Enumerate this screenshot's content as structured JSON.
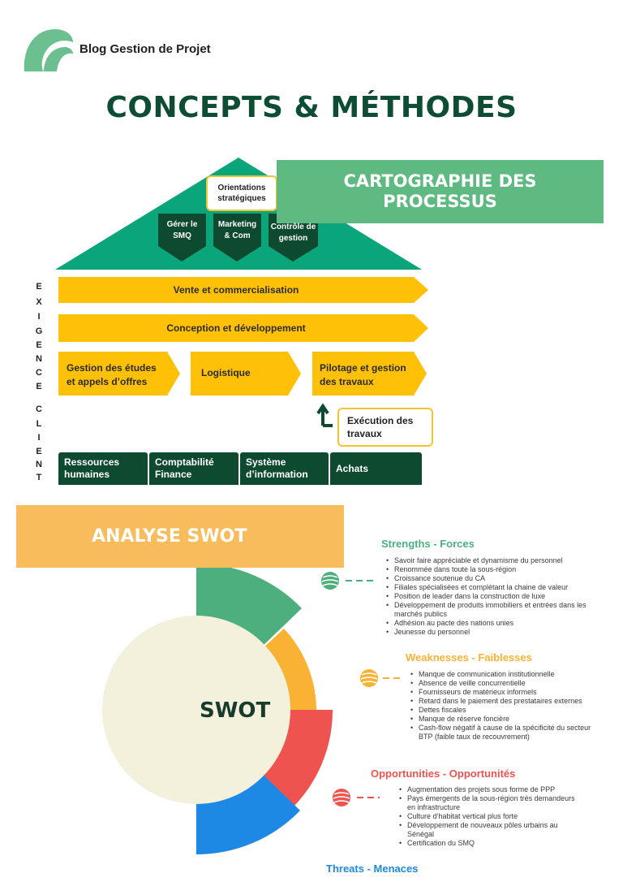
{
  "header": {
    "logo_text": "Blog Gestion de Projet",
    "title": "CONCEPTS & MÉTHODES"
  },
  "cartographie": {
    "banner_line1": "CARTOGRAPHIE DES",
    "banner_line2": "PROCESSUS",
    "orientations_line1": "Orientations",
    "orientations_line2": "stratégiques",
    "pilotage": [
      {
        "line1": "Gérer le",
        "line2": "SMQ"
      },
      {
        "line1": "Marketing",
        "line2": "& Com"
      },
      {
        "line1": "Contrôle de",
        "line2": "gestion"
      }
    ],
    "vertical_letters": [
      "E",
      "X",
      "I",
      "G",
      "E",
      "N",
      "C",
      "E",
      "",
      "C",
      "L",
      "I",
      "E",
      "N",
      "T"
    ],
    "row1": "Vente et commercialisation",
    "row2": "Conception et développement",
    "row3": [
      {
        "line1": "Gestion des études",
        "line2": "et appels d’offres"
      },
      {
        "line1": "Logistique",
        "line2": ""
      },
      {
        "line1": "Pilotage et gestion",
        "line2": "des travaux"
      }
    ],
    "execution_line1": "Exécution des",
    "execution_line2": "travaux",
    "support": [
      {
        "line1": "Ressources",
        "line2": "humaines"
      },
      {
        "line1": "Comptabilité",
        "line2": "Finance"
      },
      {
        "line1": "Système",
        "line2": "d’information"
      },
      {
        "line1": "Achats",
        "line2": ""
      }
    ],
    "colors": {
      "green": "#5fba82",
      "dark_green": "#0e4a2f",
      "teal": "#0aa57a",
      "yellow": "#ffc107"
    }
  },
  "swot": {
    "banner": "ANALYSE SWOT",
    "center_label": "SWOT",
    "strengths": {
      "title": "Strengths - Forces",
      "items": [
        "Savoir faire appréciable et dynamisme du personnel",
        "Renommée dans toute la sous-région",
        "Croissance soutenue du CA",
        "Filiales spécialisées et complétant la chaine de valeur",
        "Position de leader dans la construction de luxe",
        "Développement de produits immobiliers et entrées dans les marchés publics",
        "Adhésion au pacte des nations unies",
        "Jeunesse du personnel"
      ]
    },
    "weaknesses": {
      "title": "Weaknesses - Faiblesses",
      "items": [
        "Manque de communication institutionnelle",
        "Absence de veille concurrentielle",
        "Fournisseurs de matérieux informels",
        "Retard dans le paiement des prestataires externes",
        "Dettes fiscales",
        "Manque de réserve foncière",
        "Cash-flow négatif à cause de la spécificité du secteur BTP (faible taux de recouvrement)"
      ]
    },
    "opportunities": {
      "title": "Opportunities - Opportunités",
      "items": [
        "Augmentation des projets sous forme de PPP",
        "Pays émergents de la sous-région très demandeurs en infrastructure",
        "Culture d’habitat vertical plus forte",
        "Développement de nouveaux pôles urbains au Sénégal",
        "Certification du SMQ"
      ]
    },
    "threats": {
      "title": "Threats - Menaces"
    },
    "colors": {
      "strengths": "#4caf7d",
      "weaknesses": "#f9b233",
      "opportunities": "#ef5350",
      "threats": "#1e88e5",
      "center": "#f3f0dc"
    }
  }
}
